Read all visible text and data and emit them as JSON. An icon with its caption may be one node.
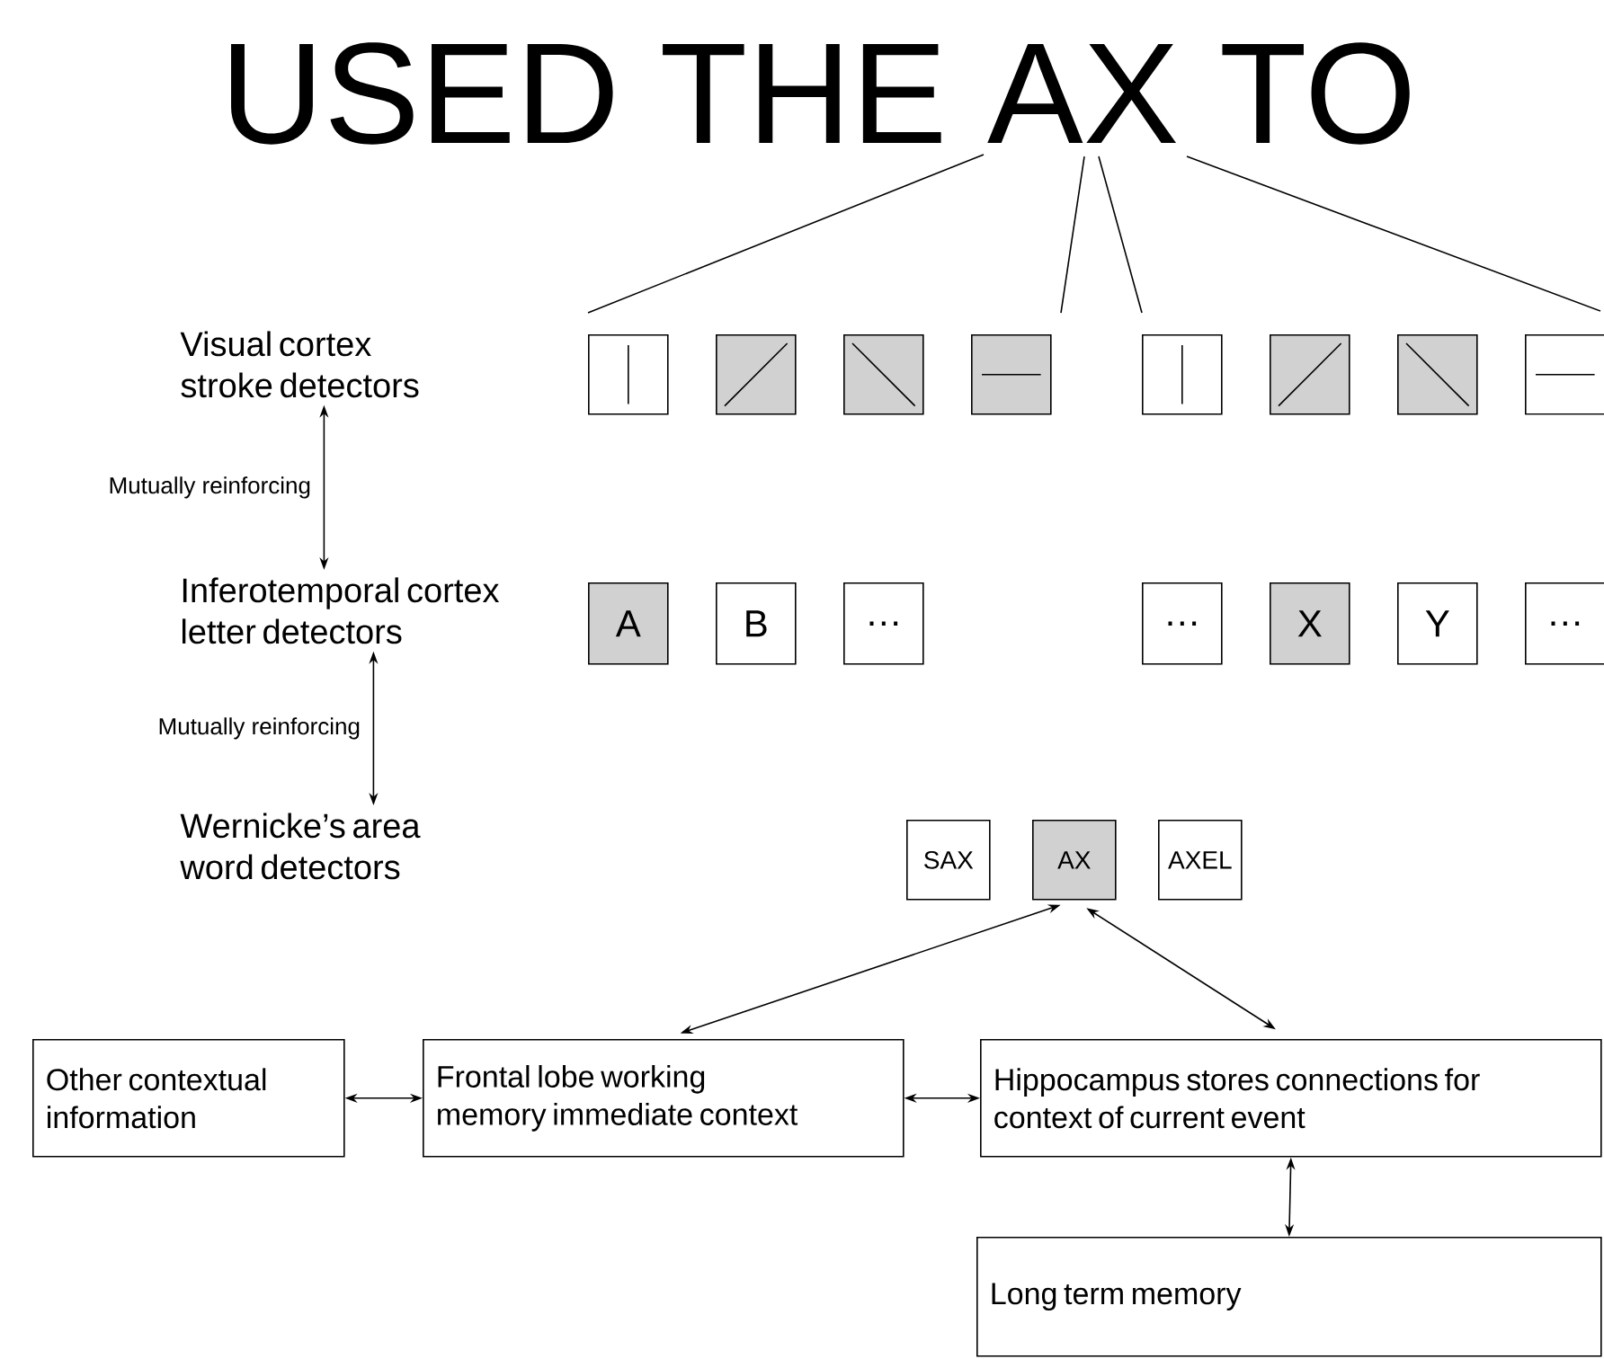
{
  "diagram": {
    "title": "USED THE AX TO",
    "nodes": [
      {
        "text": [
          "Visual cortex stroke detectors"
        ]
      },
      {
        "text": [],
        "shape": "box"
      },
      {
        "text": [],
        "shape": "box"
      },
      {
        "text": [],
        "shape": "box"
      },
      {
        "text": [],
        "shape": "box"
      },
      {
        "text": [],
        "shape": "box"
      },
      {
        "text": [],
        "shape": "box"
      },
      {
        "text": [],
        "shape": "box"
      },
      {
        "text": [],
        "shape": "box"
      },
      {
        "text": [
          "Inferotemporal cortex letter detectors"
        ]
      },
      {
        "text": [
          "A"
        ]
      },
      {
        "text": [
          "B"
        ]
      },
      {
        "text": [
          "…"
        ]
      },
      {
        "text": [
          "…"
        ]
      },
      {
        "text": [
          "X"
        ]
      },
      {
        "text": [
          "Y"
        ]
      },
      {
        "text": [
          "…"
        ]
      },
      {
        "text": [
          "Wernicke’s area word detectors"
        ]
      },
      {
        "text": [
          "SAX"
        ]
      },
      {
        "text": [
          "AX"
        ]
      },
      {
        "text": [
          "AXEL"
        ]
      },
      {
        "text": [
          "Other contextual information"
        ]
      },
      {
        "text": [
          "Frontal lobe working memory immediate context"
        ]
      },
      {
        "text": [
          "Hippocampus stores connections for context of current event"
        ]
      },
      {
        "text": [
          "Long term memory"
        ]
      }
    ],
    "edges": [
      {
        "from": 0,
        "to": 9,
        "arrow": "both",
        "label": "Mutually reinforcing"
      },
      {
        "from": 9,
        "to": 17,
        "arrow": "both",
        "label": "Mutually reinforcing"
      },
      {
        "from": 19,
        "to": 22,
        "arrow": "both"
      },
      {
        "from": 19,
        "to": 23,
        "arrow": "both"
      },
      {
        "from": 21,
        "to": 22,
        "arrow": "both"
      },
      {
        "from": 22,
        "to": 23,
        "arrow": "both"
      },
      {
        "from": 23,
        "to": 24,
        "arrow": "both"
      }
    ]
  }
}
